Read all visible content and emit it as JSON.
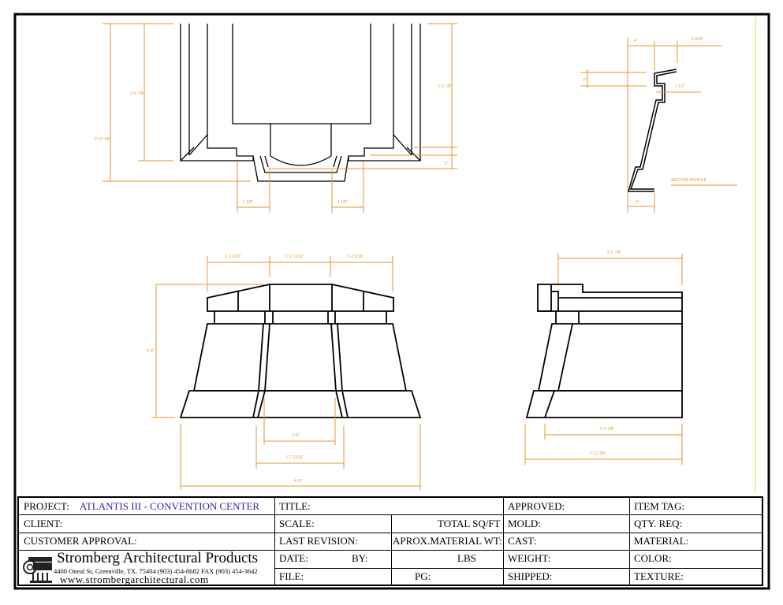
{
  "drawing": {
    "plan_dims": {
      "overall_depth": "2'-11 1/8\"",
      "inner_depth": "2'-6 7/8\"",
      "right_depth": "2'-1 7/8\"",
      "step": "2\"",
      "left_offset": "1 1/8\"",
      "right_offset": "1 1/8\""
    },
    "section": {
      "top_left": "4\"",
      "top_right": "5 3/16\"",
      "left_step": "2\"",
      "lip": "1 1/2\"",
      "bottom": "4\"",
      "label": "SECTION PROFILE"
    },
    "front": {
      "top_left": "1'-2 3/16\"",
      "top_mid": "1'-1 11/16\"",
      "top_right": "1'-2 3/16\"",
      "height": "2'-6\"",
      "inner": "1'-6\"",
      "inner_outer": "1'-7 11/16\"",
      "overall": "4'-6\""
    },
    "side": {
      "top": "2'-5 7/8\"",
      "bottom_inner": "2'-6 7/8\"",
      "overall": "2'-11 3/4\""
    },
    "colors": {
      "dimension": "#e8962e",
      "line": "#000000",
      "margin_line": "#f3ef9a"
    }
  },
  "title_block": {
    "project_label": "PROJECT:",
    "project_value": "ATLANTIS III - CONVENTION CENTER",
    "client_label": "CLIENT:",
    "customer_approval_label": "CUSTOMER APPROVAL:",
    "company": {
      "name": "Stromberg Architectural Products",
      "address": "4400 Oneal St, Greenville, TX.  75404   (903) 454-8682 FAX (903) 454-3642",
      "website": "www.strombergarchitectural.com"
    },
    "title_label": "TITLE:",
    "scale_label": "SCALE:",
    "total_sqft_label": "TOTAL SQ/FT",
    "last_revision_label": "LAST REVISION:",
    "material_wt_label": "APROX.MATERIAL WT:",
    "date_label": "DATE:",
    "by_label": "BY:",
    "lbs_label": "LBS",
    "file_label": "FILE:",
    "pg_label": "PG:",
    "approved_label": "APPROVED:",
    "mold_label": "MOLD:",
    "cast_label": "CAST:",
    "weight_label": "WEIGHT:",
    "shipped_label": "SHIPPED:",
    "item_tag_label": "ITEM TAG:",
    "qty_req_label": "QTY. REQ:",
    "material_label": "MATERIAL:",
    "color_label": "COLOR:",
    "texture_label": "TEXTURE:"
  }
}
